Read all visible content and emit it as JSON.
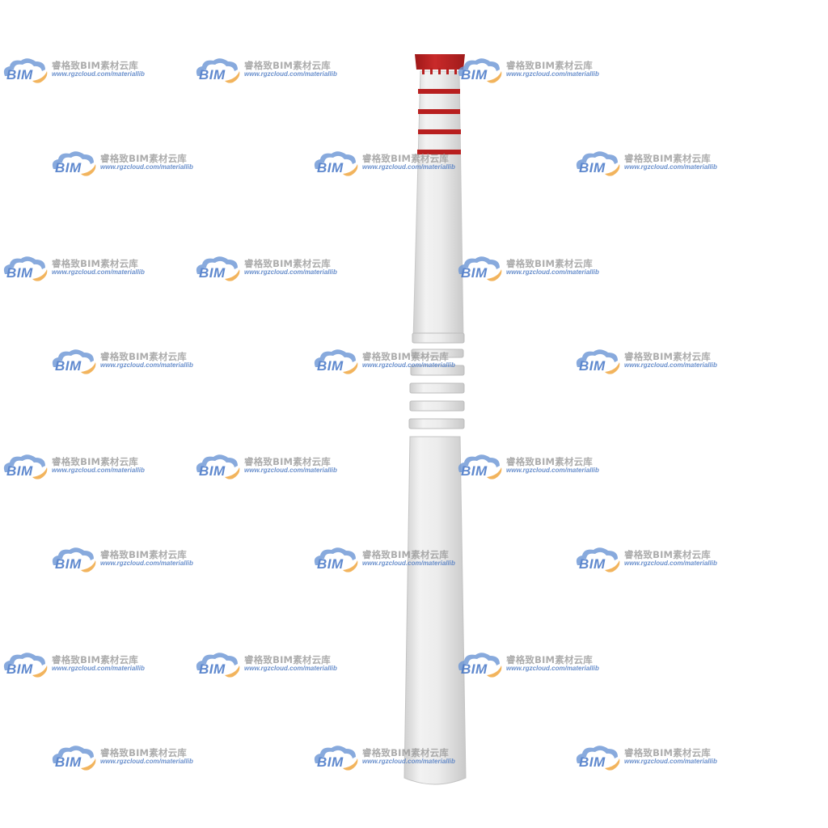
{
  "watermark": {
    "brand": "睿格致BIM素材云库",
    "url": "www.rgzcloud.com/materiallib",
    "logo_text": "BIM",
    "logo_colors": {
      "cloud": "#6f98d6",
      "swoosh": "#f0a43a",
      "text": "#3b6fc4"
    }
  },
  "object": {
    "name": "chimney",
    "body_color": "#e6e6e6",
    "cap_color": "#b81f1f",
    "band_color": "#b81f1f",
    "red_band_count": 4,
    "ring_count": 6
  }
}
